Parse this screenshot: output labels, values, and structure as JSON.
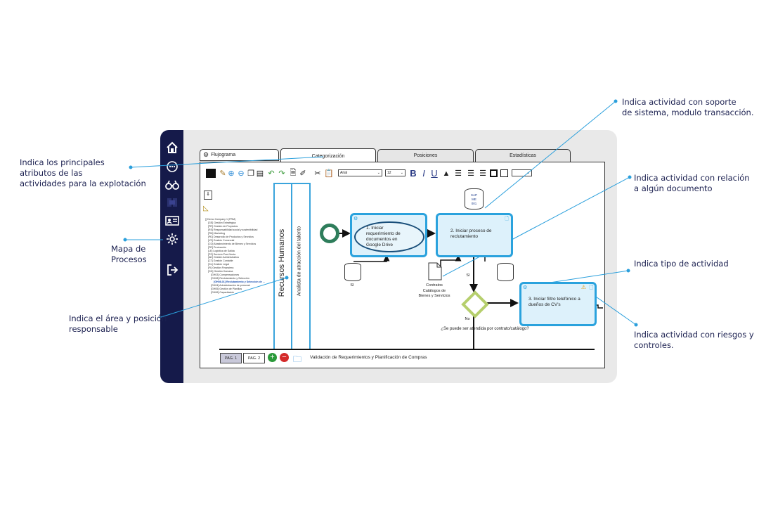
{
  "annotations": {
    "atributos": "Indica los principales\natributos de las\nactividades para la explotación",
    "mapa": "Mapa de\nProcesos",
    "area": "Indica el área y posición\nresponsable",
    "sistema": "Indica actividad con soporte\nde sistema, modulo transacción.",
    "documento": "Indica actividad con relación\na algún documento",
    "tipo": "Indica tipo de actividad",
    "riesgos": "Indica actividad con riesgos y\ncontroles."
  },
  "sidebar": {
    "icons": [
      "home-icon",
      "more-icon",
      "binoculars-icon",
      "logo-icon",
      "id-card-icon",
      "gear-icon",
      "logout-icon"
    ]
  },
  "header": {
    "title": "Flujograma",
    "tabs": [
      "Categorización",
      "Posiciones",
      "Estadísticas"
    ]
  },
  "toolbar": {
    "font": "Arial",
    "size": "12",
    "buttons": [
      "B",
      "I",
      "U"
    ]
  },
  "tree": [
    "[] Demo Company 1 (PRM)",
    "[GE] Gestión Estratégica",
    "[PR] Gestión de Proyectos",
    "[RS] Responsabilidad social y sostenibilidad",
    "[PM] Marketing",
    "[PD] Desarrollo de Productos y Servicios",
    "[VS] Gestión Comercial",
    "[CO] Abastecimiento de Bienes y Servicios",
    "[PR] Producción",
    "[LE] Logística de Salida",
    "[PS] Servicio Post-Venta",
    "[AD] Gestión Administrativa",
    "[CT] Gestión Contable",
    "[GL] Gestión Legal",
    "[FI] Gestión Financiera",
    "[GH] Gestión Humana",
    "[GH03] Compensaciones",
    "[GH08] Reclutamiento y Selección",
    "[GH08-01] Reclutamiento y Selección de ...",
    "[GH04] Administración de personal",
    "[GH05] Gestión de Planillas",
    "[GH06] Capacitación"
  ],
  "lanes": {
    "area": "Recursos Humanos",
    "position": "Analista de atracción del talento"
  },
  "tasks": {
    "t1": "1. Iniciar requerimiento de documentos en Google Drive",
    "t2": "2. Iniciar proceso de reclutamiento",
    "t3": "3. Iniciar filtro telefónico a dueños de CV's"
  },
  "labels": {
    "si1": "SI",
    "si2": "SI",
    "no": "No",
    "doc": "Contratos\nCatálogos de\nBienes y Servicios",
    "gateway": "¿Se puede ser atendida por contrato/catálogo?",
    "sap": "SAP\nME\n001"
  },
  "footer": {
    "pages": [
      "PAG. 1",
      "PAG. 2"
    ],
    "title": "Validación de Requerimientos y Planificación de Compras"
  },
  "colors": {
    "sidebar": "#151a4a",
    "accent": "#2aa2dd",
    "start": "#2e7d5b",
    "gateway": "#b6cf6d"
  }
}
